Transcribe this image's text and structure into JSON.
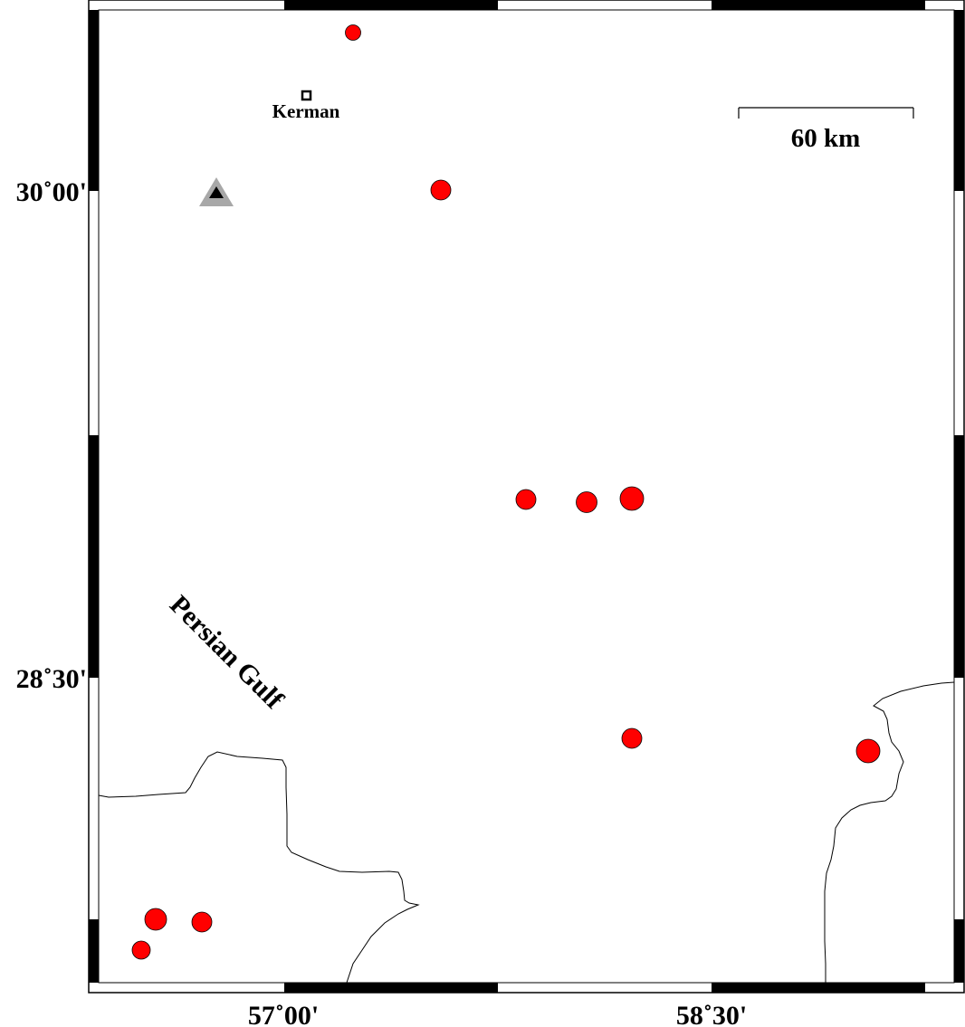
{
  "map": {
    "lon_labels": [
      "57˚00'",
      "58˚30'"
    ],
    "lat_labels": [
      "30˚00'",
      "28˚30'"
    ],
    "city": {
      "name": "Kerman"
    },
    "sea_label": "Persian Gulf",
    "scale_bar": {
      "label": "60 km"
    },
    "station": {
      "icon": "triangle-icon"
    },
    "colors": {
      "event_fill": "#ff0000",
      "station_outer": "#a8a8a8",
      "station_inner": "#000000",
      "frame": "#000000"
    },
    "events": [
      {
        "id": "e1",
        "mag": "small"
      },
      {
        "id": "e2",
        "mag": "medium"
      },
      {
        "id": "e3",
        "mag": "medium"
      },
      {
        "id": "e4",
        "mag": "medium"
      },
      {
        "id": "e5",
        "mag": "large"
      },
      {
        "id": "e6",
        "mag": "medium"
      },
      {
        "id": "e7",
        "mag": "large"
      },
      {
        "id": "e8",
        "mag": "medium"
      },
      {
        "id": "e9",
        "mag": "medium"
      },
      {
        "id": "e10",
        "mag": "small"
      }
    ]
  }
}
